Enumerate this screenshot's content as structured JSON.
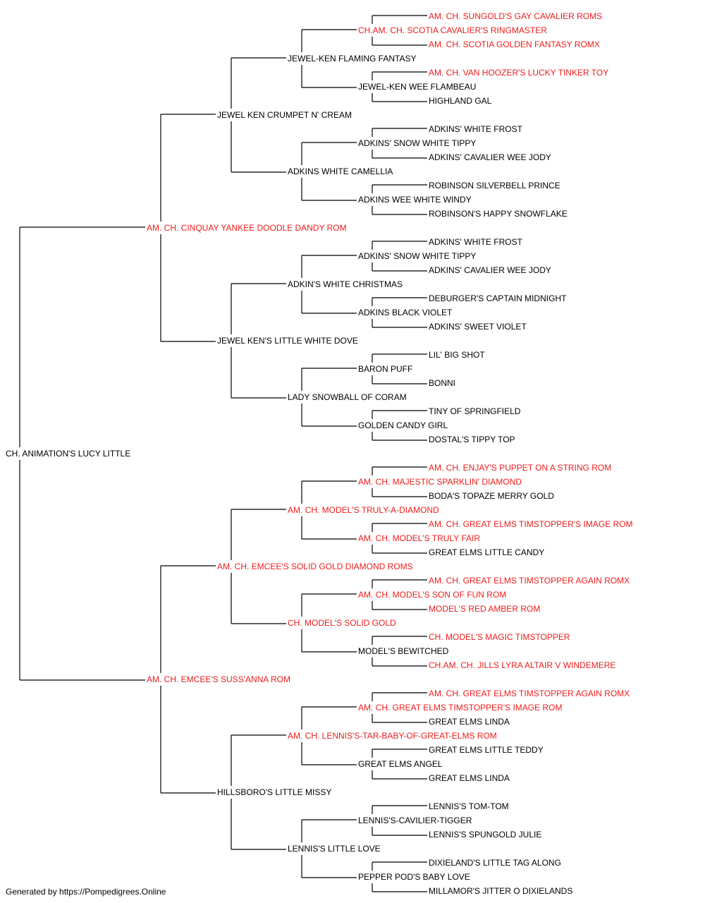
{
  "colors": {
    "champion": "#ee1c1c",
    "normal": "#000000",
    "line": "#000000"
  },
  "footer": "Generated by https://Pompedigrees.Online",
  "pedigree": {
    "name": "CH. ANIMATION'S LUCY LITTLE",
    "champion": false,
    "sire": {
      "name": "AM. CH. CINQUAY YANKEE DOODLE DANDY ROM",
      "champion": true,
      "sire": {
        "name": "JEWEL KEN CRUMPET N' CREAM",
        "champion": false,
        "sire": {
          "name": "JEWEL-KEN FLAMING FANTASY",
          "champion": false,
          "sire": {
            "name": "CH.AM. CH. SCOTIA CAVALIER'S RINGMASTER",
            "champion": true,
            "sire": {
              "name": "AM. CH. SUNGOLD'S GAY CAVALIER ROMS",
              "champion": true
            },
            "dam": {
              "name": "AM. CH. SCOTIA GOLDEN FANTASY ROMX",
              "champion": true
            }
          },
          "dam": {
            "name": "JEWEL-KEN WEE FLAMBEAU",
            "champion": false,
            "sire": {
              "name": "AM. CH. VAN HOOZER'S LUCKY TINKER TOY",
              "champion": true
            },
            "dam": {
              "name": "HIGHLAND GAL",
              "champion": false
            }
          }
        },
        "dam": {
          "name": "ADKINS WHITE CAMELLIA",
          "champion": false,
          "sire": {
            "name": "ADKINS' SNOW WHITE TIPPY",
            "champion": false,
            "sire": {
              "name": "ADKINS' WHITE FROST",
              "champion": false
            },
            "dam": {
              "name": "ADKINS' CAVALIER WEE JODY",
              "champion": false
            }
          },
          "dam": {
            "name": "ADKINS WEE WHITE WINDY",
            "champion": false,
            "sire": {
              "name": "ROBINSON SILVERBELL PRINCE",
              "champion": false
            },
            "dam": {
              "name": "ROBINSON'S HAPPY SNOWFLAKE",
              "champion": false
            }
          }
        }
      },
      "dam": {
        "name": "JEWEL KEN'S LITTLE WHITE DOVE",
        "champion": false,
        "sire": {
          "name": "ADKIN'S WHITE CHRISTMAS",
          "champion": false,
          "sire": {
            "name": "ADKINS' SNOW WHITE TIPPY",
            "champion": false,
            "sire": {
              "name": "ADKINS' WHITE FROST",
              "champion": false
            },
            "dam": {
              "name": "ADKINS' CAVALIER WEE JODY",
              "champion": false
            }
          },
          "dam": {
            "name": "ADKINS BLACK VIOLET",
            "champion": false,
            "sire": {
              "name": "DEBURGER'S CAPTAIN MIDNIGHT",
              "champion": false
            },
            "dam": {
              "name": "ADKINS' SWEET VIOLET",
              "champion": false
            }
          }
        },
        "dam": {
          "name": "LADY SNOWBALL OF CORAM",
          "champion": false,
          "sire": {
            "name": "BARON PUFF",
            "champion": false,
            "sire": {
              "name": "LIL' BIG SHOT",
              "champion": false
            },
            "dam": {
              "name": "BONNI",
              "champion": false
            }
          },
          "dam": {
            "name": "GOLDEN CANDY GIRL",
            "champion": false,
            "sire": {
              "name": "TINY OF SPRINGFIELD",
              "champion": false
            },
            "dam": {
              "name": "DOSTAL'S TIPPY TOP",
              "champion": false
            }
          }
        }
      }
    },
    "dam": {
      "name": "AM. CH. EMCEE'S SUSS'ANNA ROM",
      "champion": true,
      "sire": {
        "name": "AM. CH. EMCEE'S SOLID GOLD DIAMOND ROMS",
        "champion": true,
        "sire": {
          "name": "AM. CH. MODEL'S TRULY-A-DIAMOND",
          "champion": true,
          "sire": {
            "name": "AM. CH. MAJESTIC SPARKLIN' DIAMOND",
            "champion": true,
            "sire": {
              "name": "AM. CH. ENJAY'S PUPPET ON A STRING ROM",
              "champion": true
            },
            "dam": {
              "name": "BODA'S TOPAZE MERRY GOLD",
              "champion": false
            }
          },
          "dam": {
            "name": "AM. CH. MODEL'S TRULY FAIR",
            "champion": true,
            "sire": {
              "name": "AM. CH. GREAT ELMS TIMSTOPPER'S IMAGE ROM",
              "champion": true
            },
            "dam": {
              "name": "GREAT ELMS LITTLE CANDY",
              "champion": false
            }
          }
        },
        "dam": {
          "name": "CH. MODEL'S SOLID GOLD",
          "champion": true,
          "sire": {
            "name": "AM. CH. MODEL'S SON OF FUN ROM",
            "champion": true,
            "sire": {
              "name": "AM. CH. GREAT ELMS TIMSTOPPER AGAIN ROMX",
              "champion": true
            },
            "dam": {
              "name": "MODEL'S RED AMBER ROM",
              "champion": true
            }
          },
          "dam": {
            "name": "MODEL'S BEWITCHED",
            "champion": false,
            "sire": {
              "name": "CH. MODEL'S MAGIC TIMSTOPPER",
              "champion": true
            },
            "dam": {
              "name": "CH.AM. CH. JILLS LYRA ALTAIR V WINDEMERE",
              "champion": true
            }
          }
        }
      },
      "dam": {
        "name": "HILLSBORO'S LITTLE MISSY",
        "champion": false,
        "sire": {
          "name": "AM. CH. LENNIS'S-TAR-BABY-OF-GREAT-ELMS ROM",
          "champion": true,
          "sire": {
            "name": "AM. CH. GREAT ELMS TIMSTOPPER'S IMAGE ROM",
            "champion": true,
            "sire": {
              "name": "AM. CH. GREAT ELMS TIMSTOPPER AGAIN ROMX",
              "champion": true
            },
            "dam": {
              "name": "GREAT ELMS LINDA",
              "champion": false
            }
          },
          "dam": {
            "name": "GREAT ELMS ANGEL",
            "champion": false,
            "sire": {
              "name": "GREAT ELMS LITTLE TEDDY",
              "champion": false
            },
            "dam": {
              "name": "GREAT ELMS LINDA",
              "champion": false
            }
          }
        },
        "dam": {
          "name": "LENNIS'S LITTLE LOVE",
          "champion": false,
          "sire": {
            "name": "LENNIS'S-CAVILIER-TIGGER",
            "champion": false,
            "sire": {
              "name": "LENNIS'S TOM-TOM",
              "champion": false
            },
            "dam": {
              "name": "LENNIS'S SPUNGOLD JULIE",
              "champion": false
            }
          },
          "dam": {
            "name": "PEPPER POD'S BABY LOVE",
            "champion": false,
            "sire": {
              "name": "DIXIELAND'S LITTLE TAG ALONG",
              "champion": false
            },
            "dam": {
              "name": "MILLAMOR'S JITTER O DIXIELANDS",
              "champion": false
            }
          }
        }
      }
    }
  }
}
